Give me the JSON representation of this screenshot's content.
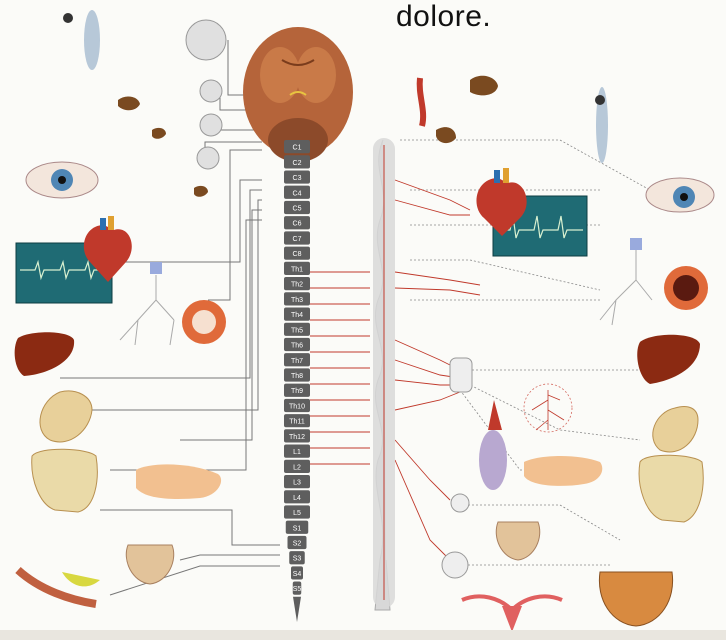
{
  "caption": "dolore.",
  "vertebrae": [
    "C1",
    "C2",
    "C3",
    "C4",
    "C5",
    "C6",
    "C7",
    "C8",
    "Th1",
    "Th2",
    "Th3",
    "Th4",
    "Th5",
    "Th6",
    "Th7",
    "Th8",
    "Th9",
    "Th10",
    "Th11",
    "Th12",
    "L1",
    "L2",
    "L3",
    "L4",
    "L5",
    "S1",
    "S2",
    "S3",
    "S4",
    "S5"
  ],
  "colors": {
    "spine_segment": "#5e5e5e",
    "brain": "#b5643a",
    "sympathetic_trunk": "#d8d8d8",
    "sympathetic_nerve": "#c0392b",
    "parasympathetic_nerve": "#555555",
    "ecg_panel": "#1f6b74",
    "liver": "#8b2a12"
  },
  "icons": [
    "brain-icon",
    "eye-icon",
    "heart-icon",
    "ecg-monitor-icon",
    "lungs-icon",
    "liver-icon",
    "stomach-icon",
    "intestine-icon",
    "pancreas-icon",
    "bladder-icon",
    "uterus-icon",
    "kidney-icon",
    "ganglion-icon",
    "iris-icon"
  ]
}
